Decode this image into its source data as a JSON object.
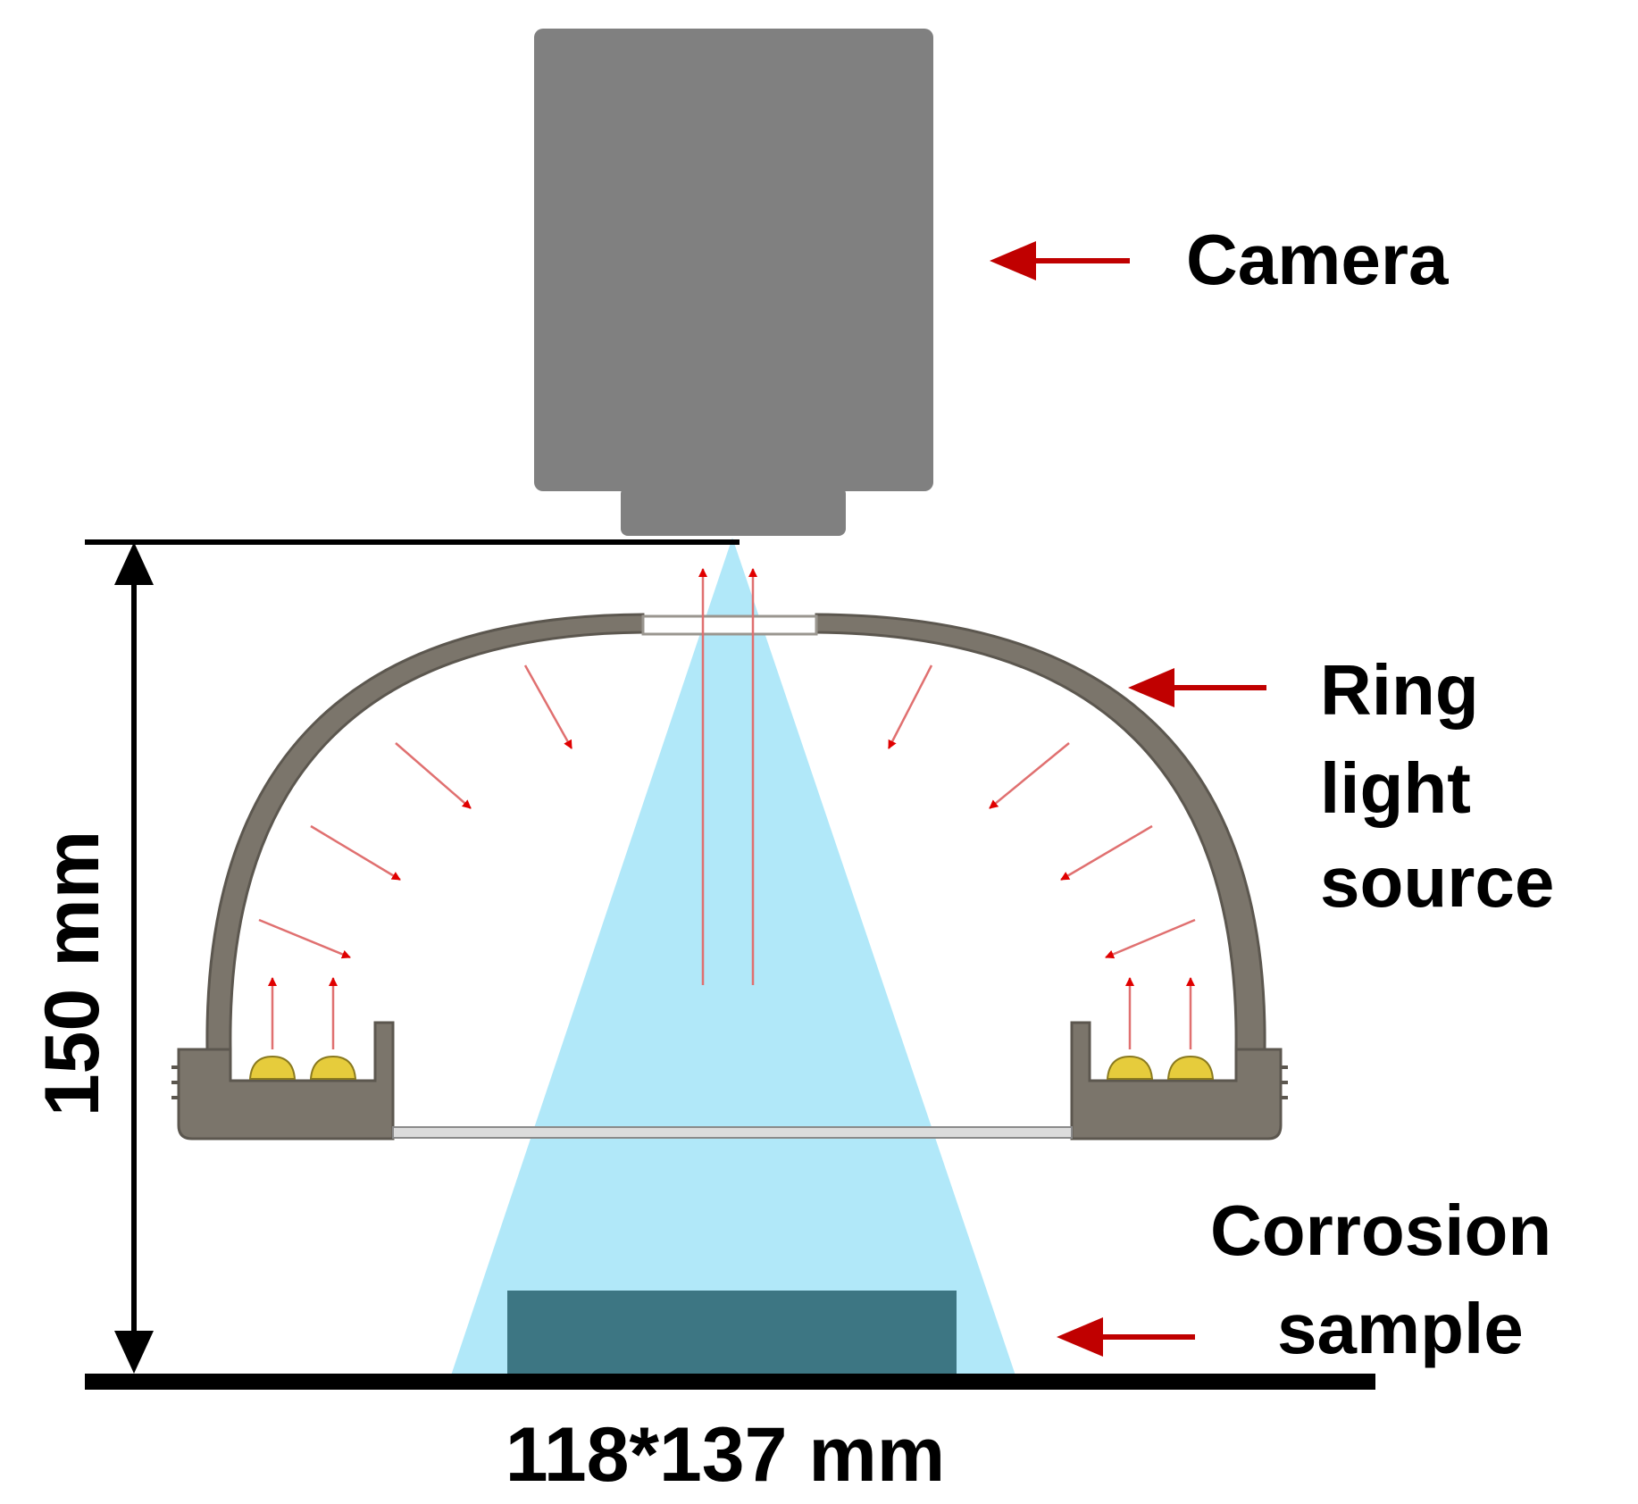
{
  "labels": {
    "camera": "Camera",
    "ring_light_source": [
      "Ring",
      "light",
      "source"
    ],
    "corrosion_sample": [
      "Corrosion",
      "sample"
    ],
    "height_dimension": "150 mm",
    "field_dimension": "118*137 mm"
  },
  "colors": {
    "camera_body": "#808080",
    "ring_housing": "#7b756b",
    "ring_housing_stroke": "#5c574f",
    "light_cone": "#a8e6f8",
    "sample": "#3d7683",
    "arrow_red": "#c00000",
    "ray_red": "#e07070",
    "led": "#e6cc3c",
    "dimension_line": "#000000"
  }
}
